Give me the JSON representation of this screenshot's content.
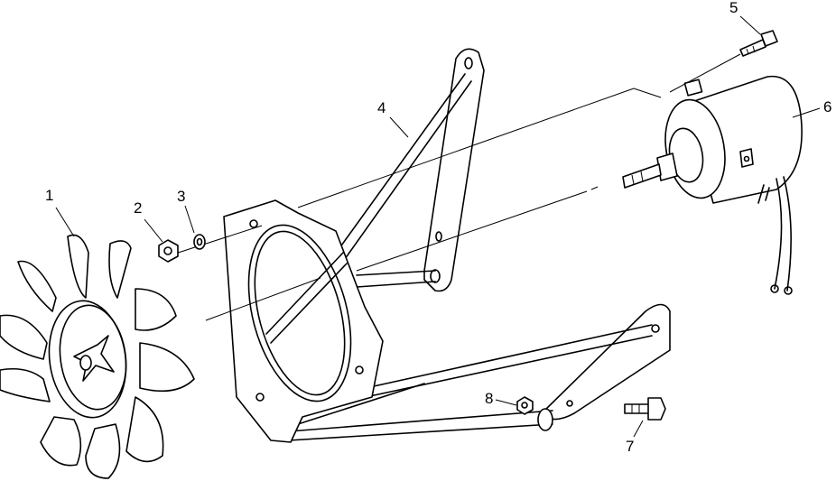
{
  "callouts": {
    "c1": "1",
    "c2": "2",
    "c3": "3",
    "c4": "4",
    "c5": "5",
    "c6": "6",
    "c7": "7",
    "c8": "8"
  },
  "colors": {
    "ink": "#000000",
    "paper": "#ffffff"
  }
}
